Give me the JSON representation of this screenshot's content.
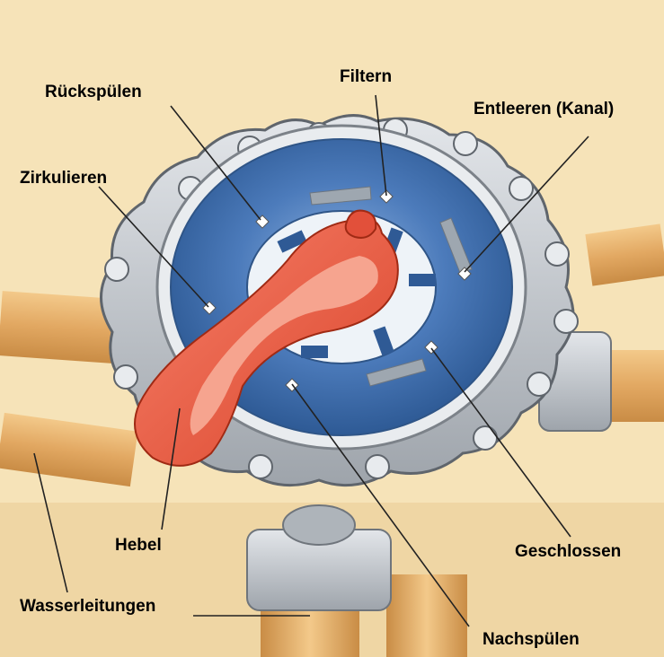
{
  "labels": {
    "filtern": "Filtern",
    "rueckspuelen": "Rückspülen",
    "entleeren": "Entleeren (Kanal)",
    "zirkulieren": "Zirkulieren",
    "hebel": "Hebel",
    "geschlossen": "Geschlossen",
    "wasserleitungen": "Wasserleitungen",
    "nachspuelen": "Nachspülen"
  },
  "colors": {
    "background": "#f6e3b8",
    "pipe": "#e6b06a",
    "valve_body": "#c9cdd2",
    "dial_blue": "#3f6fae",
    "lever": "#ef5a3c"
  }
}
